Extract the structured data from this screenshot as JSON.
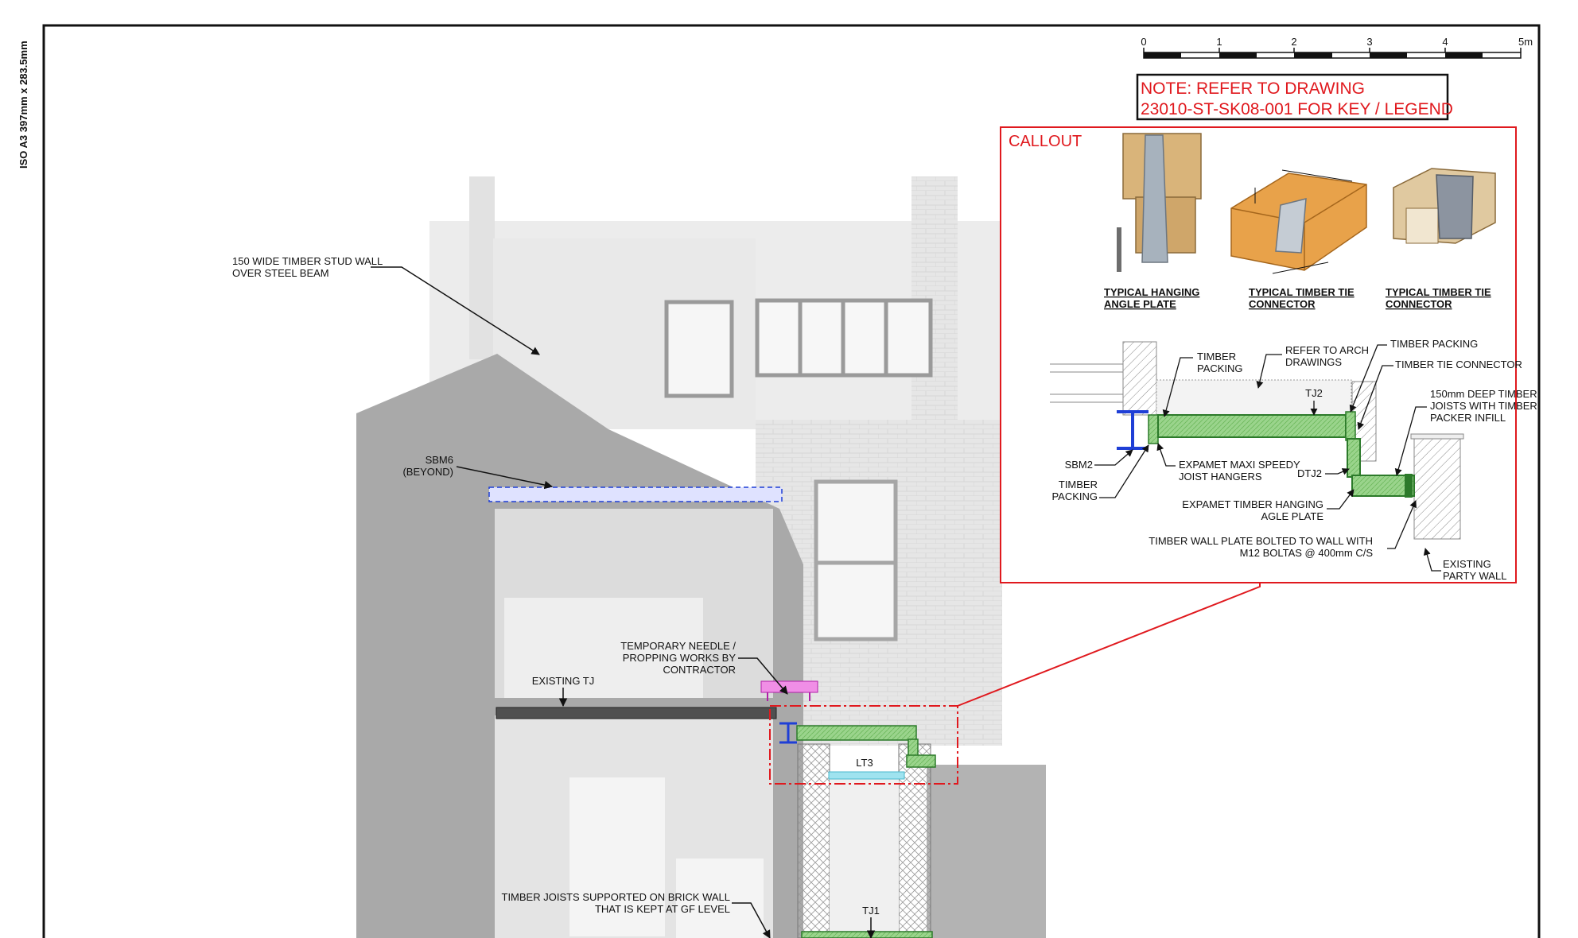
{
  "sheet": {
    "size_label": "ISO A3 397mm x 283.5mm"
  },
  "scale_bar": {
    "ticks": [
      "0",
      "1",
      "2",
      "3",
      "4",
      "5m"
    ]
  },
  "note": {
    "line1": "NOTE: REFER TO DRAWING",
    "line2": "23010-ST-SK08-001 FOR KEY / LEGEND"
  },
  "callout": {
    "title": "CALLOUT",
    "products": [
      {
        "line1": "TYPICAL HANGING",
        "line2": "ANGLE PLATE"
      },
      {
        "line1": "TYPICAL TIMBER TIE",
        "line2": "CONNECTOR"
      },
      {
        "line1": "TYPICAL TIMBER TIE",
        "line2": "CONNECTOR"
      }
    ],
    "detail_labels": {
      "timber_packing_top": [
        "TIMBER",
        "PACKING"
      ],
      "refer_arch": [
        "REFER TO ARCH",
        "DRAWINGS"
      ],
      "timber_packing_right": "TIMBER PACKING",
      "timber_tie_connector": "TIMBER TIE CONNECTOR",
      "deep_joists": [
        "150mm DEEP TIMBER",
        "JOISTS WITH TIMBER",
        "PACKER INFILL"
      ],
      "tj2": "TJ2",
      "sbm2": "SBM2",
      "timber_packing_left": [
        "TIMBER",
        "PACKING"
      ],
      "expamet_maxi": [
        "EXPAMET MAXI SPEEDY",
        "JOIST HANGERS"
      ],
      "dtj2": "DTJ2",
      "expamet_angle": [
        "EXPAMET TIMBER HANGING",
        "AGLE PLATE"
      ],
      "wall_plate": [
        "TIMBER WALL PLATE BOLTED TO WALL WITH",
        "M12 BOLTAS @ 400mm C/S"
      ],
      "party_wall": [
        "EXISTING",
        "PARTY WALL"
      ]
    }
  },
  "elevation_labels": {
    "stud_wall": [
      "150 WIDE TIMBER STUD WALL",
      "OVER STEEL BEAM"
    ],
    "sbm6": [
      "SBM6",
      "(BEYOND)"
    ],
    "needle": [
      "TEMPORARY NEEDLE /",
      "PROPPING WORKS BY",
      "CONTRACTOR"
    ],
    "existing_tj": "EXISTING TJ",
    "lt3": "LT3",
    "timber_joists": [
      "TIMBER JOISTS SUPPORTED ON BRICK WALL",
      "THAT IS KEPT AT GF LEVEL"
    ],
    "tj1": "TJ1"
  },
  "colors": {
    "annotation_red": "#e0191e",
    "timber_green": "#5fae4f",
    "steel_blue": "#1f3fd6",
    "needle_pink": "#f08ee6",
    "lintel_cyan": "#9fe3ef",
    "existing_grey": "#a9a9a9"
  }
}
